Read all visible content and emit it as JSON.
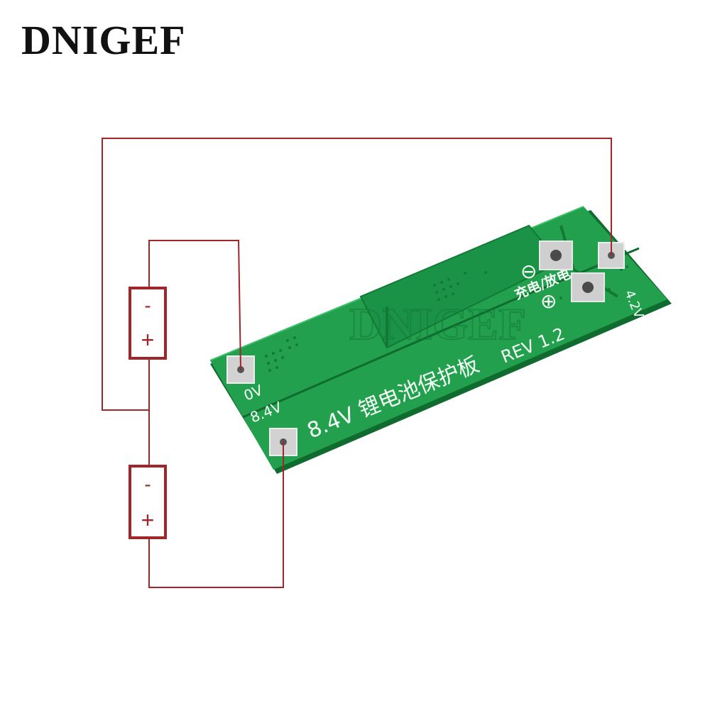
{
  "brand": {
    "text": "DNIGEF",
    "color": "#111111"
  },
  "colors": {
    "wire": "#a0262a",
    "battery": "#a0262a",
    "pcb": "#1f9a4a",
    "pcb_dark": "#137a36",
    "silkscreen": "#f4fff6",
    "pad": "#c7c7c7"
  },
  "batteries": [
    {
      "top_label": "-",
      "bottom_label": "+"
    },
    {
      "top_label": "-",
      "bottom_label": "+"
    }
  ],
  "board": {
    "watermark": "DNIGEF",
    "title": "8.4V 锂电池保护板",
    "revision": "REV 1.2",
    "charge_label": "充电/放电",
    "pads": {
      "zero_volt": "0V",
      "eight_four_volt": "8.4V",
      "four_two_volt": "4.2V"
    },
    "polarity": {
      "minus": "⊖",
      "plus": "⊕"
    }
  }
}
